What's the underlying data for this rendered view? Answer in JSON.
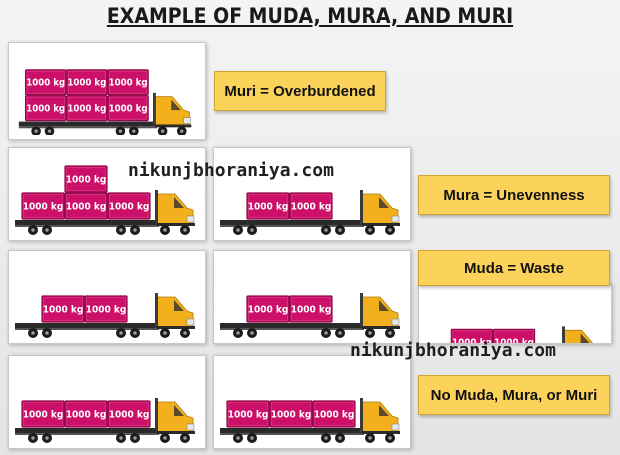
{
  "title": "EXAMPLE OF MUDA, MURA, AND MURI",
  "watermark": "nikunjbhoraniya.com",
  "crate_label": "1000 kg",
  "colors": {
    "crate": "#cc1069",
    "crate_dark": "#8e0a48",
    "truck_cab": "#f2b11c",
    "label_bg": "#fbd35b"
  },
  "labels": {
    "muri": "Muri = Overburdened",
    "mura": "Mura = Unevenness",
    "muda": "Muda = Waste",
    "none": "No Muda, Mura, or Muri"
  },
  "panels": [
    {
      "id": "muri",
      "crates": "6"
    },
    {
      "id": "mura-left",
      "crates": "4"
    },
    {
      "id": "mura-right",
      "crates": "2"
    },
    {
      "id": "muda-1",
      "crates": "2"
    },
    {
      "id": "muda-2",
      "crates": "2"
    },
    {
      "id": "muda-3",
      "crates": "2"
    },
    {
      "id": "even-1",
      "crates": "3"
    },
    {
      "id": "even-2",
      "crates": "3"
    }
  ]
}
